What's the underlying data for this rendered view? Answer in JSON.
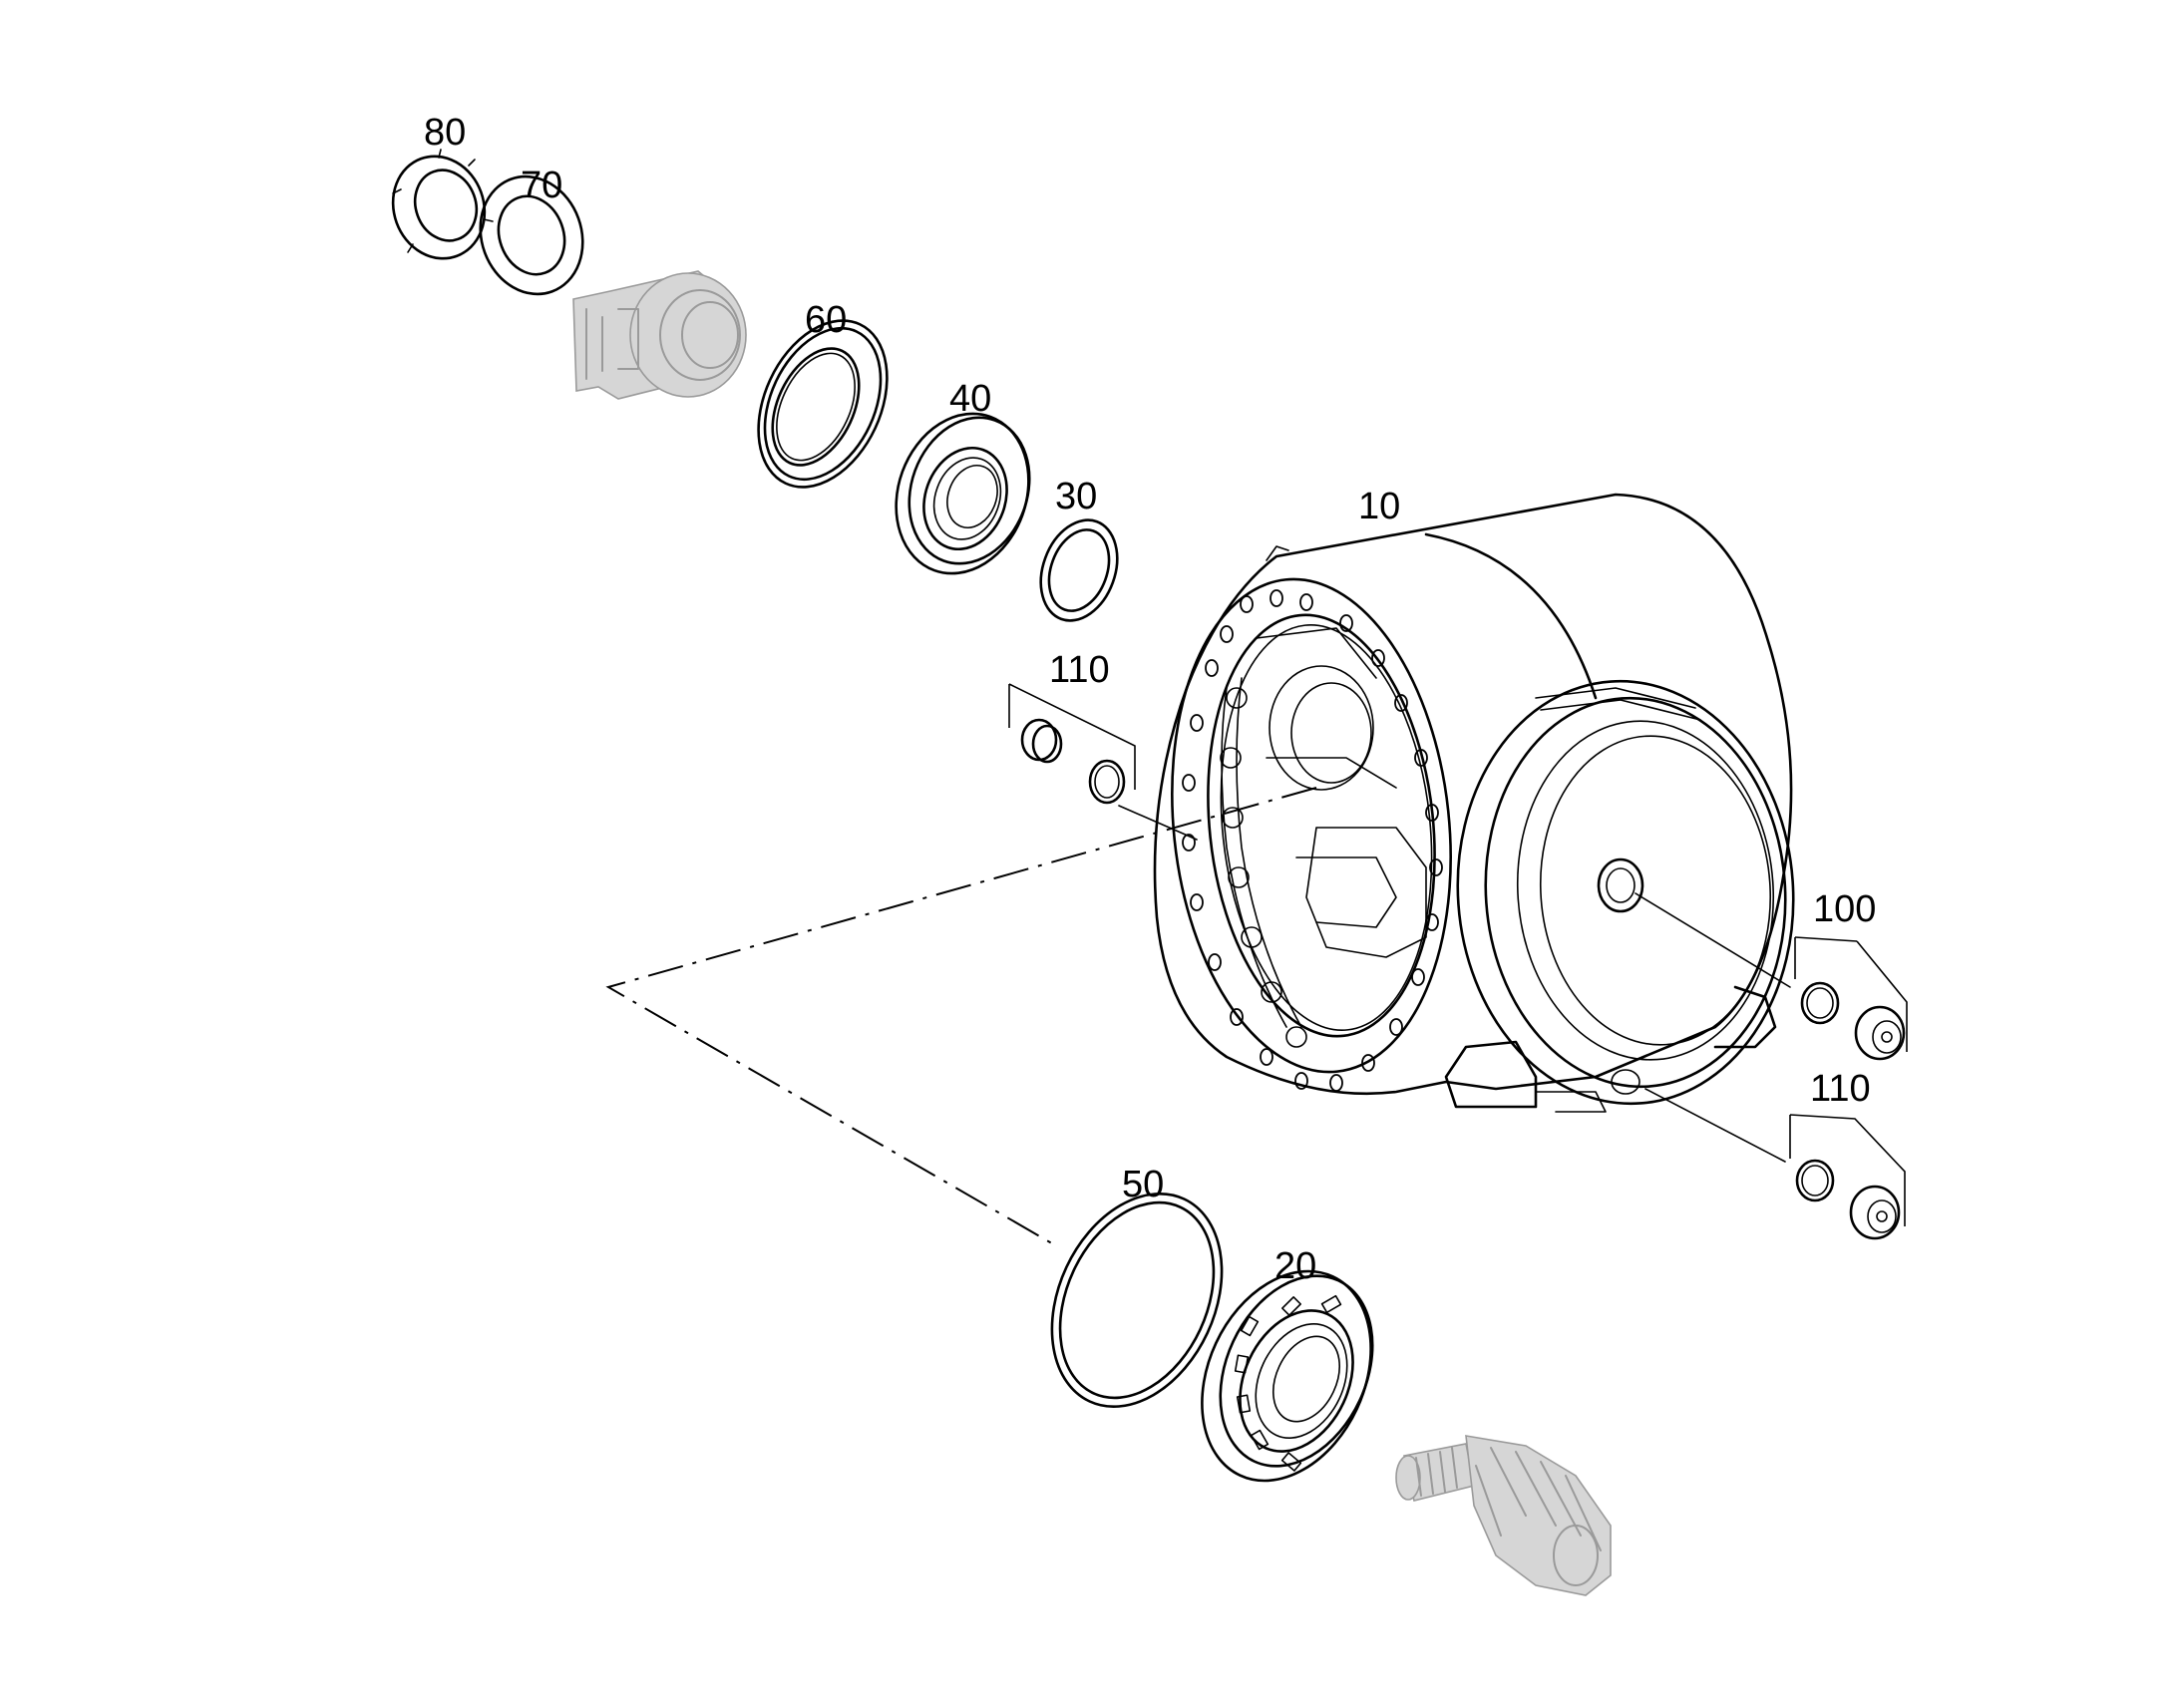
{
  "labels": {
    "p80": "80",
    "p70": "70",
    "p60": "60",
    "p40": "40",
    "p30": "30",
    "p10": "10",
    "p110_top": "110",
    "p100": "100",
    "p110_bottom": "110",
    "p50": "50",
    "p20": "20"
  },
  "colors": {
    "line": "#000000",
    "ghost": "#9a9a9a",
    "background": "#ffffff"
  }
}
